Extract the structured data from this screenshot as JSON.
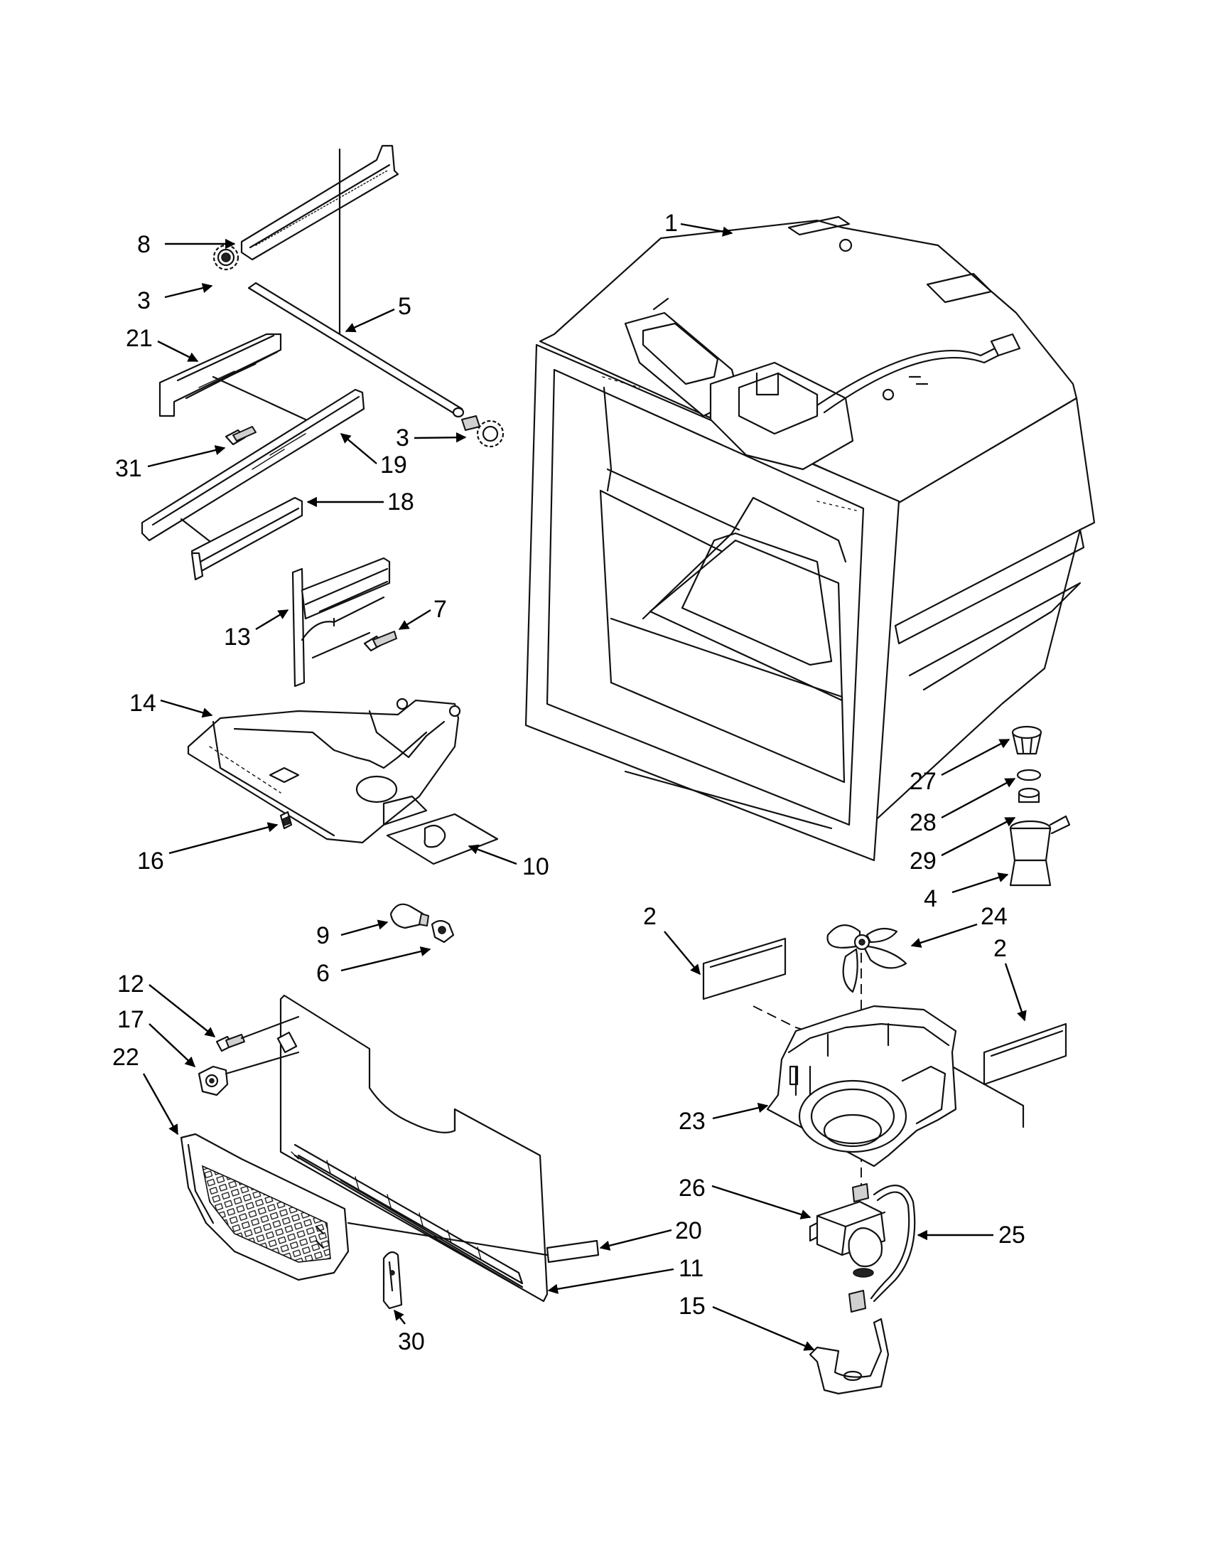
{
  "callouts": [
    {
      "id": "c8",
      "label": "8"
    },
    {
      "id": "c3a",
      "label": "3"
    },
    {
      "id": "c21",
      "label": "21"
    },
    {
      "id": "c5",
      "label": "5"
    },
    {
      "id": "c3b",
      "label": "3"
    },
    {
      "id": "c31",
      "label": "31"
    },
    {
      "id": "c19",
      "label": "19"
    },
    {
      "id": "c18",
      "label": "18"
    },
    {
      "id": "c7",
      "label": "7"
    },
    {
      "id": "c13",
      "label": "13"
    },
    {
      "id": "c14",
      "label": "14"
    },
    {
      "id": "c16",
      "label": "16"
    },
    {
      "id": "c10",
      "label": "10"
    },
    {
      "id": "c1",
      "label": "1"
    },
    {
      "id": "c27",
      "label": "27"
    },
    {
      "id": "c28",
      "label": "28"
    },
    {
      "id": "c29",
      "label": "29"
    },
    {
      "id": "c4",
      "label": "4"
    },
    {
      "id": "c9",
      "label": "9"
    },
    {
      "id": "c6",
      "label": "6"
    },
    {
      "id": "c2a",
      "label": "2"
    },
    {
      "id": "c24",
      "label": "24"
    },
    {
      "id": "c2b",
      "label": "2"
    },
    {
      "id": "c12",
      "label": "12"
    },
    {
      "id": "c17",
      "label": "17"
    },
    {
      "id": "c22",
      "label": "22"
    },
    {
      "id": "c23",
      "label": "23"
    },
    {
      "id": "c26",
      "label": "26"
    },
    {
      "id": "c25",
      "label": "25"
    },
    {
      "id": "c20",
      "label": "20"
    },
    {
      "id": "c11",
      "label": "11"
    },
    {
      "id": "c15",
      "label": "15"
    },
    {
      "id": "c30",
      "label": "30"
    }
  ]
}
